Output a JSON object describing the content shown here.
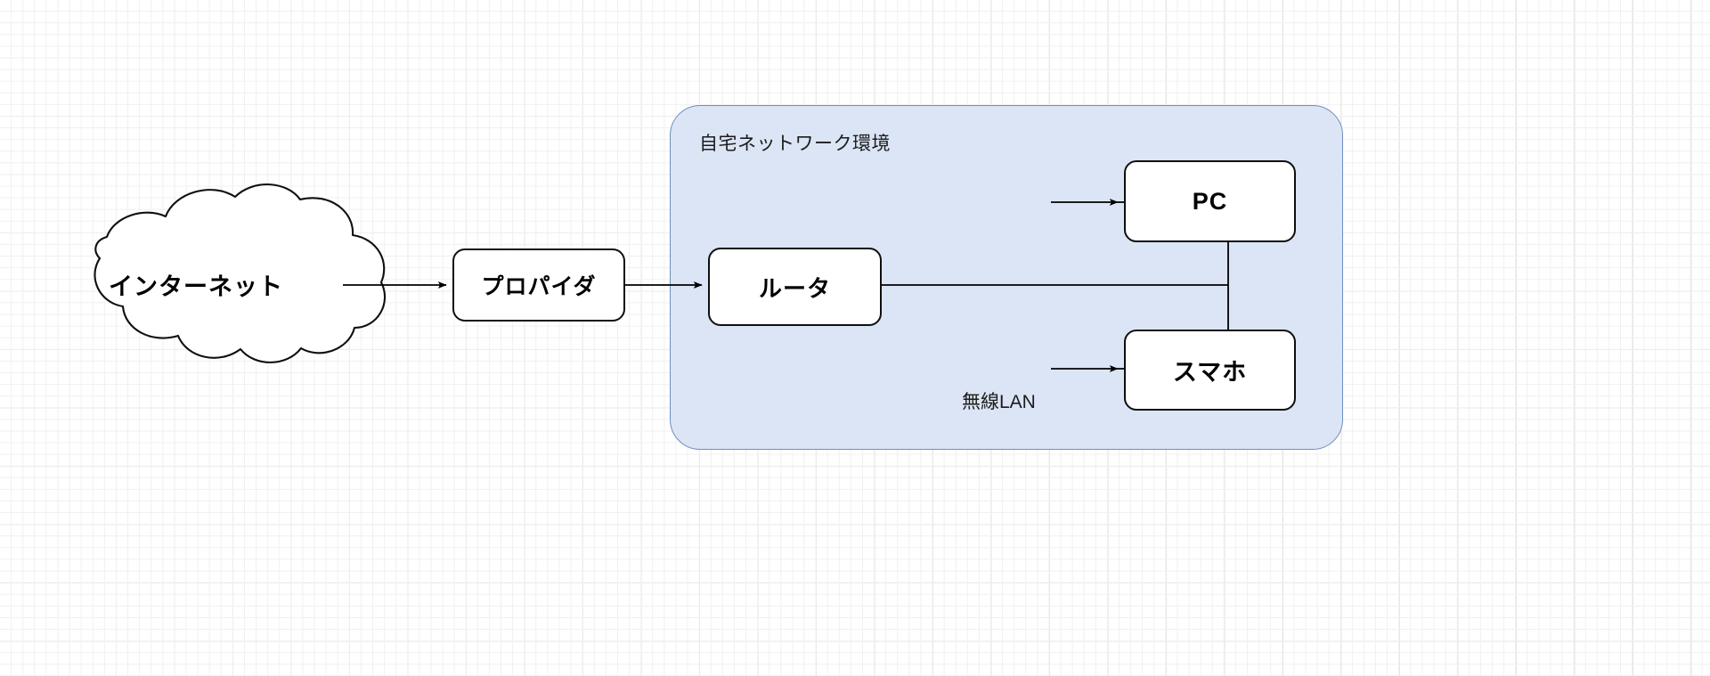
{
  "diagram": {
    "title": "home-network-diagram",
    "nodes": {
      "internet": {
        "label": "インターネット",
        "shape": "cloud"
      },
      "provider": {
        "label": "プロパイダ",
        "shape": "rounded-rect"
      },
      "router": {
        "label": "ルータ",
        "shape": "rounded-rect"
      },
      "pc": {
        "label": "PC",
        "shape": "rounded-rect"
      },
      "smartphone": {
        "label": "スマホ",
        "shape": "rounded-rect"
      }
    },
    "groups": {
      "home_network": {
        "label": "自宅ネットワーク環境"
      }
    },
    "edge_labels": {
      "wireless_lan": "無線LAN"
    },
    "colors": {
      "group_fill": "#dbe5f5",
      "group_border": "#6f8ebf",
      "node_fill": "#ffffff",
      "node_border": "#0f0f0f",
      "line": "#000000",
      "grid_minor": "#f0f0f0",
      "grid_major": "#e2e2e2",
      "canvas": "#ffffff"
    }
  }
}
